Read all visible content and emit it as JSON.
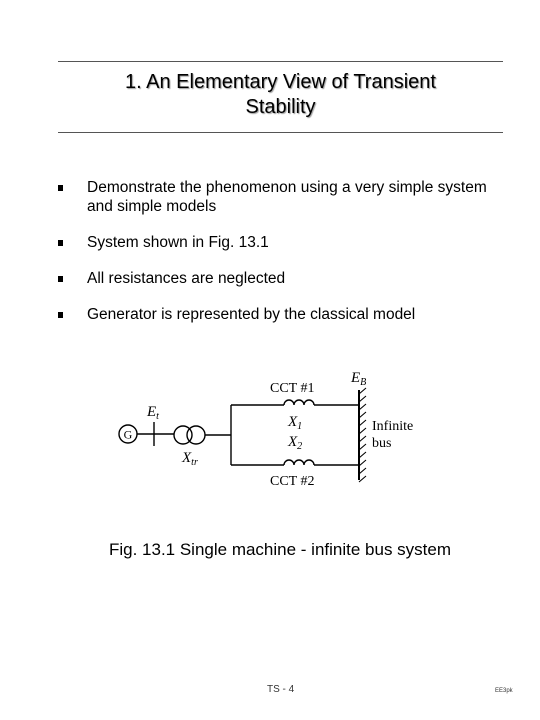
{
  "slide": {
    "title_line1": "1.  An Elementary View of Transient",
    "title_line2": "Stability",
    "bullets": [
      "Demonstrate the phenomenon using a very simple system and simple models",
      "System shown in Fig. 13.1",
      "All resistances are neglected",
      "Generator is represented by the classical model"
    ]
  },
  "figure": {
    "generator_label": "G",
    "et_label": "E",
    "et_sub": "t",
    "xtr_label": "X",
    "xtr_sub": "tr",
    "cct1_label": "CCT #1",
    "x1_label": "X",
    "x1_sub": "1",
    "x2_label": "X",
    "x2_sub": "2",
    "cct2_label": "CCT #2",
    "eb_label": "E",
    "eb_sub": "B",
    "bus_line1": "Infinite",
    "bus_line2": "bus",
    "caption": "Fig. 13.1  Single machine - infinite bus system"
  },
  "footer": {
    "page_number": "TS - 4",
    "tag": "EE3pk"
  }
}
